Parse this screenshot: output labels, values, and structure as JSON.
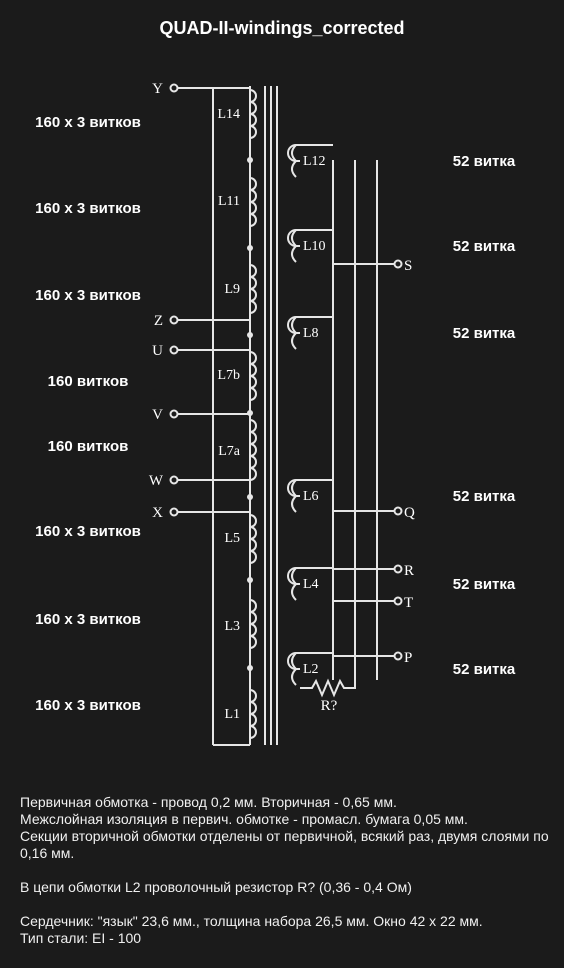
{
  "title": "QUAD-II-windings_corrected",
  "primary_turns": [
    "160 х 3 витков",
    "160 х 3 витков",
    "160 х 3 витков",
    "160 витков",
    "160 витков",
    "160 х 3 витков",
    "160 х 3 витков",
    "160 х 3 витков"
  ],
  "secondary_turns": [
    "52 витка",
    "52 витка",
    "52 витка",
    "52 витка",
    "52 витка",
    "52 витка"
  ],
  "primary_windings": [
    "L14",
    "L11",
    "L9",
    "L7b",
    "L7a",
    "L5",
    "L3",
    "L1"
  ],
  "secondary_windings": [
    "L12",
    "L10",
    "L8",
    "L6",
    "L4",
    "L2"
  ],
  "primary_terminals": [
    "Y",
    "Z",
    "U",
    "V",
    "W",
    "X"
  ],
  "secondary_terminals": [
    "S",
    "Q",
    "R",
    "T",
    "P"
  ],
  "resistor_label": "R?",
  "notes": {
    "line1": "Первичная обмотка - провод 0,2 мм. Вторичная - 0,65 мм.",
    "line2": "Межслойная изоляция в первич. обмотке - промасл. бумага 0,05 мм.",
    "line3": "Секции вторичной обмотки отделены от первичной, всякий раз, двумя слоями по 0,16 мм.",
    "line4": "В цепи обмотки L2 проволочный резистор R? (0,36 - 0,4 Ом)",
    "line5": "Сердечник: \"язык\" 23,6 мм., толщина набора 26,5 мм. Окно 42 x 22 мм.",
    "line6": "Тип стали: EI - 100"
  }
}
